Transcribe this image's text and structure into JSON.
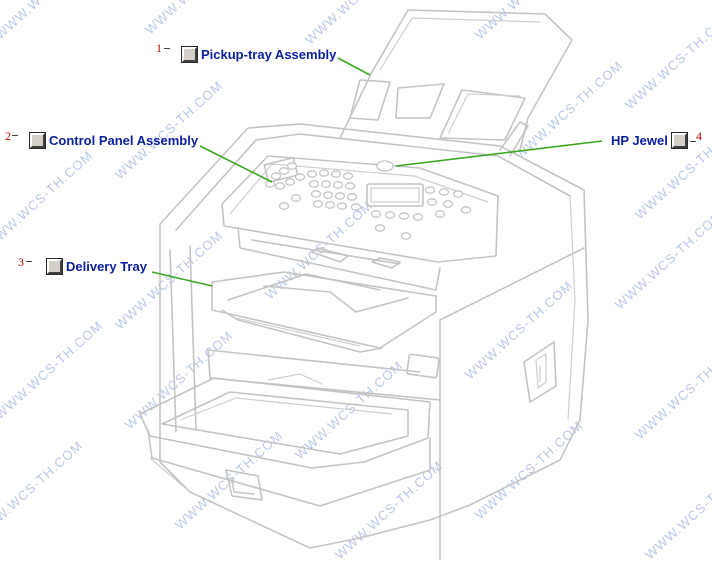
{
  "watermark": "WWW.WCS-TH.COM",
  "colors": {
    "label": "#0a1fa0",
    "number": "#c00000",
    "leader": "#3aa81f",
    "drawing": "#c4c4c4",
    "watermark": "#b8c8ea"
  },
  "callouts": [
    {
      "number": "1",
      "label": "Pickup-tray Assembly"
    },
    {
      "number": "2",
      "label": "Control Panel Assembly"
    },
    {
      "number": "3",
      "label": "Delivery Tray"
    },
    {
      "number": "4",
      "label": "HP Jewel"
    }
  ]
}
